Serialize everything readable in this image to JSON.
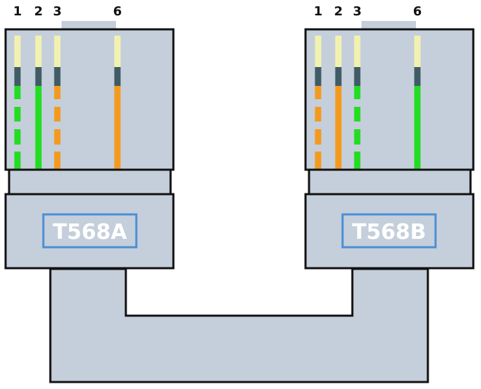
{
  "connectors": [
    {
      "standard": "T568A",
      "pins": [
        {
          "number": "1",
          "wire": "dashed",
          "color": "#22dd22"
        },
        {
          "number": "2",
          "wire": "solid",
          "color": "#22dd22"
        },
        {
          "number": "3",
          "wire": "dashed",
          "color": "#f39a1e"
        },
        {
          "number": "6",
          "wire": "solid",
          "color": "#f39a1e"
        }
      ]
    },
    {
      "standard": "T568B",
      "pins": [
        {
          "number": "1",
          "wire": "dashed",
          "color": "#f39a1e"
        },
        {
          "number": "2",
          "wire": "solid",
          "color": "#f39a1e"
        },
        {
          "number": "3",
          "wire": "dashed",
          "color": "#22dd22"
        },
        {
          "number": "6",
          "wire": "solid",
          "color": "#22dd22"
        }
      ]
    }
  ],
  "colors": {
    "body_fill": "#c5cedb",
    "outline": "#111111",
    "label_box": "#4a8fd4",
    "contact_tip": "#f2f2b0",
    "contact_band": "#3f5c66"
  }
}
